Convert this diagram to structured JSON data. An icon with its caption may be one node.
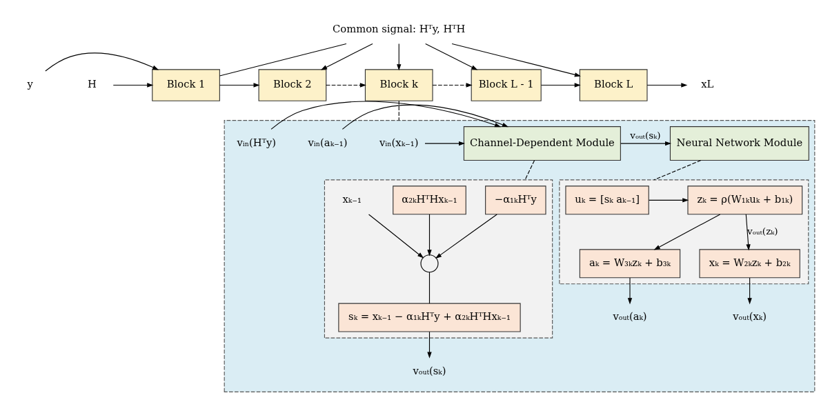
{
  "diagram": {
    "nodes": [
      {
        "text": [
          "y"
        ]
      },
      {
        "text": [
          "H"
        ]
      },
      {
        "text": [
          "Block 1"
        ]
      },
      {
        "text": [
          "Block 2"
        ]
      },
      {
        "text": [
          "Block k"
        ]
      },
      {
        "text": [
          "Block L - 1"
        ]
      },
      {
        "text": [
          "Block L"
        ]
      },
      {
        "text": [
          "xL"
        ]
      },
      {
        "text": [
          "Common signal: Hᵀy, HᵀH"
        ]
      },
      {
        "text": [],
        "shape": "box"
      },
      {
        "text": [
          "vᵢₙ(xₖ₋₁)"
        ],
        "in": 9
      },
      {
        "text": [
          "vᵢₙ(aₖ₋₁)"
        ],
        "in": 9
      },
      {
        "text": [
          "vᵢₙ(Hᵀy)"
        ],
        "in": 9
      },
      {
        "text": [
          "Channel-Dependent Module"
        ],
        "in": 9
      },
      {
        "text": [
          "Neural Network Module"
        ],
        "in": 9
      },
      {
        "text": [],
        "shape": "box",
        "in": 9
      },
      {
        "text": [
          "−α₁ₖHᵀy"
        ],
        "in": 15
      },
      {
        "text": [
          "α₂ₖHᵀHxₖ₋₁"
        ],
        "in": 15
      },
      {
        "text": [
          "xₖ₋₁"
        ],
        "in": 15
      },
      {
        "text": [],
        "shape": "circle",
        "in": 15
      },
      {
        "text": [
          "sₖ = xₖ₋₁ − α₁ₖHᵀy + α₂ₖHᵀHxₖ₋₁"
        ],
        "in": 15
      },
      {
        "text": [
          "vₒᵤₜ(sₖ)"
        ],
        "in": 9
      },
      {
        "text": [],
        "shape": "box",
        "in": 9
      },
      {
        "text": [
          "uₖ = [sₖ aₖ₋₁]"
        ],
        "in": 22
      },
      {
        "text": [
          "zₖ = ρ(W₁ₖuₖ + b₁ₖ)"
        ],
        "in": 22
      },
      {
        "text": [
          "xₖ = W₂ₖzₖ + b₂ₖ"
        ],
        "in": 22
      },
      {
        "text": [
          "aₖ = W₃ₖzₖ + b₃ₖ"
        ],
        "in": 22
      },
      {
        "text": [
          "vₒᵤₜ(xₖ)"
        ],
        "in": 9
      },
      {
        "text": [
          "vₒᵤₜ(aₖ)"
        ],
        "in": 9
      }
    ],
    "edges": [
      {
        "from": 0,
        "to": 2,
        "arrow": "to"
      },
      {
        "from": 1,
        "to": 2,
        "arrow": "to"
      },
      {
        "from": 2,
        "to": 3,
        "arrow": "to"
      },
      {
        "from": 3,
        "to": 4,
        "arrow": "to",
        "style": "dashed"
      },
      {
        "from": 4,
        "to": 5,
        "arrow": "to",
        "style": "dashed"
      },
      {
        "from": 5,
        "to": 6,
        "arrow": "to"
      },
      {
        "from": 6,
        "to": 7,
        "arrow": "to"
      },
      {
        "from": 8,
        "to": 2,
        "arrow": "none"
      },
      {
        "from": 8,
        "to": 3,
        "arrow": "to"
      },
      {
        "from": 8,
        "to": 4,
        "arrow": "to"
      },
      {
        "from": 8,
        "to": 5,
        "arrow": "to"
      },
      {
        "from": 8,
        "to": 6,
        "arrow": "to"
      },
      {
        "from": 4,
        "to": 9,
        "arrow": "none",
        "style": "dashed"
      },
      {
        "from": 10,
        "to": 13,
        "arrow": "to"
      },
      {
        "from": 11,
        "to": 13,
        "arrow": "to"
      },
      {
        "from": 12,
        "to": 13,
        "arrow": "to"
      },
      {
        "from": 13,
        "to": 14,
        "arrow": "to",
        "label": "vₒᵤₜ(sₖ)"
      },
      {
        "from": 13,
        "to": 15,
        "arrow": "none",
        "style": "dashed"
      },
      {
        "from": 14,
        "to": 22,
        "arrow": "none",
        "style": "dashed"
      },
      {
        "from": 16,
        "to": 19,
        "arrow": "to"
      },
      {
        "from": 17,
        "to": 19,
        "arrow": "to"
      },
      {
        "from": 18,
        "to": 19,
        "arrow": "to"
      },
      {
        "from": 19,
        "to": 20,
        "arrow": "none"
      },
      {
        "from": 20,
        "to": 21,
        "arrow": "to"
      },
      {
        "from": 23,
        "to": 24,
        "arrow": "to"
      },
      {
        "from": 24,
        "to": 25,
        "arrow": "to",
        "label": "vₒᵤₜ(zₖ)"
      },
      {
        "from": 24,
        "to": 26,
        "arrow": "to"
      },
      {
        "from": 25,
        "to": 27,
        "arrow": "to"
      },
      {
        "from": 26,
        "to": 28,
        "arrow": "to"
      }
    ]
  }
}
